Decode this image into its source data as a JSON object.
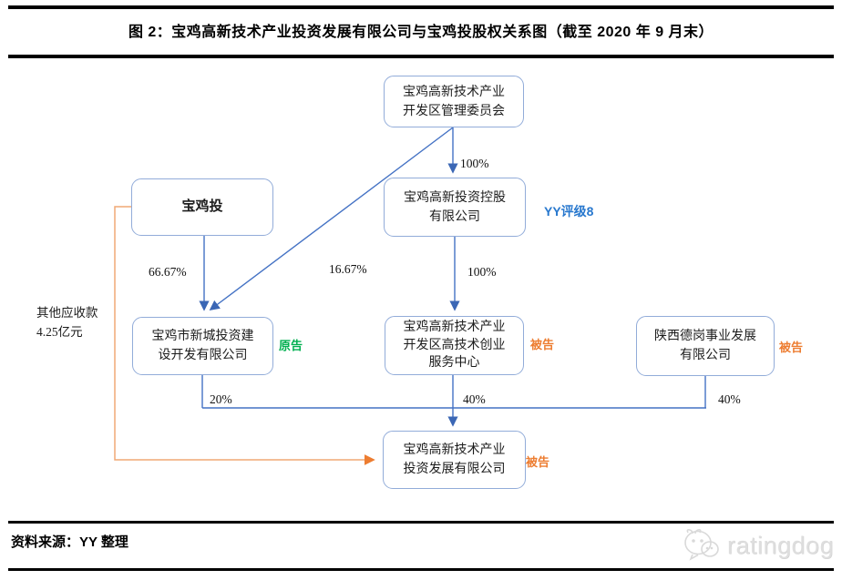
{
  "title": "图 2：宝鸡高新技术产业投资发展有限公司与宝鸡投股权关系图（截至 2020 年 9 月末）",
  "nodes": {
    "committee": {
      "lines": [
        "宝鸡高新技术产业",
        "开发区管理委员会"
      ]
    },
    "holding": {
      "lines": [
        "宝鸡高新投资控股",
        "有限公司"
      ]
    },
    "baojitou": {
      "lines": [
        "宝鸡投"
      ]
    },
    "xincheng": {
      "lines": [
        "宝鸡市新城投资建",
        "设开发有限公司"
      ]
    },
    "chuangye": {
      "lines": [
        "宝鸡高新技术产业",
        "开发区高技术创业",
        "服务中心"
      ]
    },
    "degang": {
      "lines": [
        "陕西德岗事业发展",
        "有限公司"
      ]
    },
    "target": {
      "lines": [
        "宝鸡高新技术产业",
        "投资发展有限公司"
      ]
    }
  },
  "edges": {
    "committee_to_holding": "100%",
    "baojitou_to_xincheng": "66.67%",
    "committee_to_xincheng": "16.67%",
    "holding_to_chuangye": "100%",
    "xincheng_to_target": "20%",
    "chuangye_to_target": "40%",
    "degang_to_target": "40%"
  },
  "annotations": {
    "receivable_note": {
      "lines": [
        "其他应收款",
        "4.25亿元"
      ]
    },
    "yy_rating": "YY评级8",
    "plaintiff": "原告",
    "defendant_mid": "被告",
    "defendant_right": "被告",
    "defendant_bottom": "被告"
  },
  "footer": {
    "source": "资料来源：YY 整理",
    "logo_text": "ratingdog"
  },
  "colors": {
    "box_border": "#92acd9",
    "blue_line": "#4472c4",
    "orange_line": "#f0a875",
    "orange_arrow": "#ed7d31",
    "plaintiff_green": "#00b050",
    "defendant_orange": "#ed7d31",
    "rating_blue": "#2878ce",
    "logo_gray": "#dedede"
  }
}
